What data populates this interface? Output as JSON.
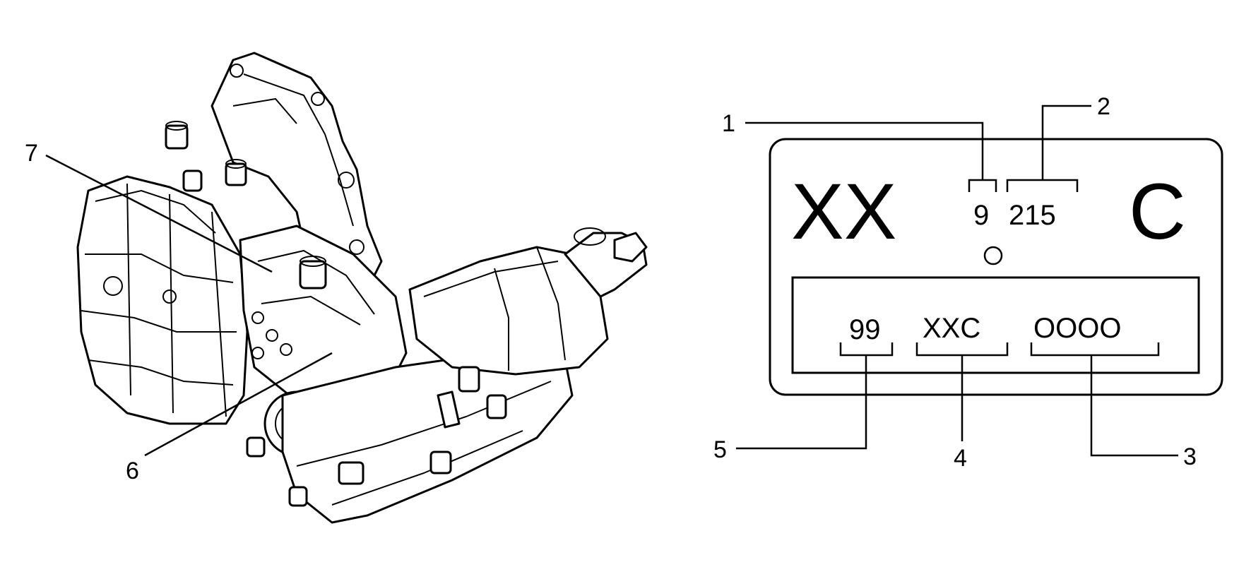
{
  "callouts": [
    {
      "id": "1",
      "label": "1"
    },
    {
      "id": "2",
      "label": "2"
    },
    {
      "id": "3",
      "label": "3"
    },
    {
      "id": "4",
      "label": "4"
    },
    {
      "id": "5",
      "label": "5"
    },
    {
      "id": "6",
      "label": "6"
    },
    {
      "id": "7",
      "label": "7"
    }
  ],
  "tag": {
    "left_code": "XX",
    "right_code": "C",
    "digit_single": "9",
    "digit_triple": "215",
    "bottom_fields": [
      "99",
      "XXC",
      "OOOO"
    ]
  }
}
